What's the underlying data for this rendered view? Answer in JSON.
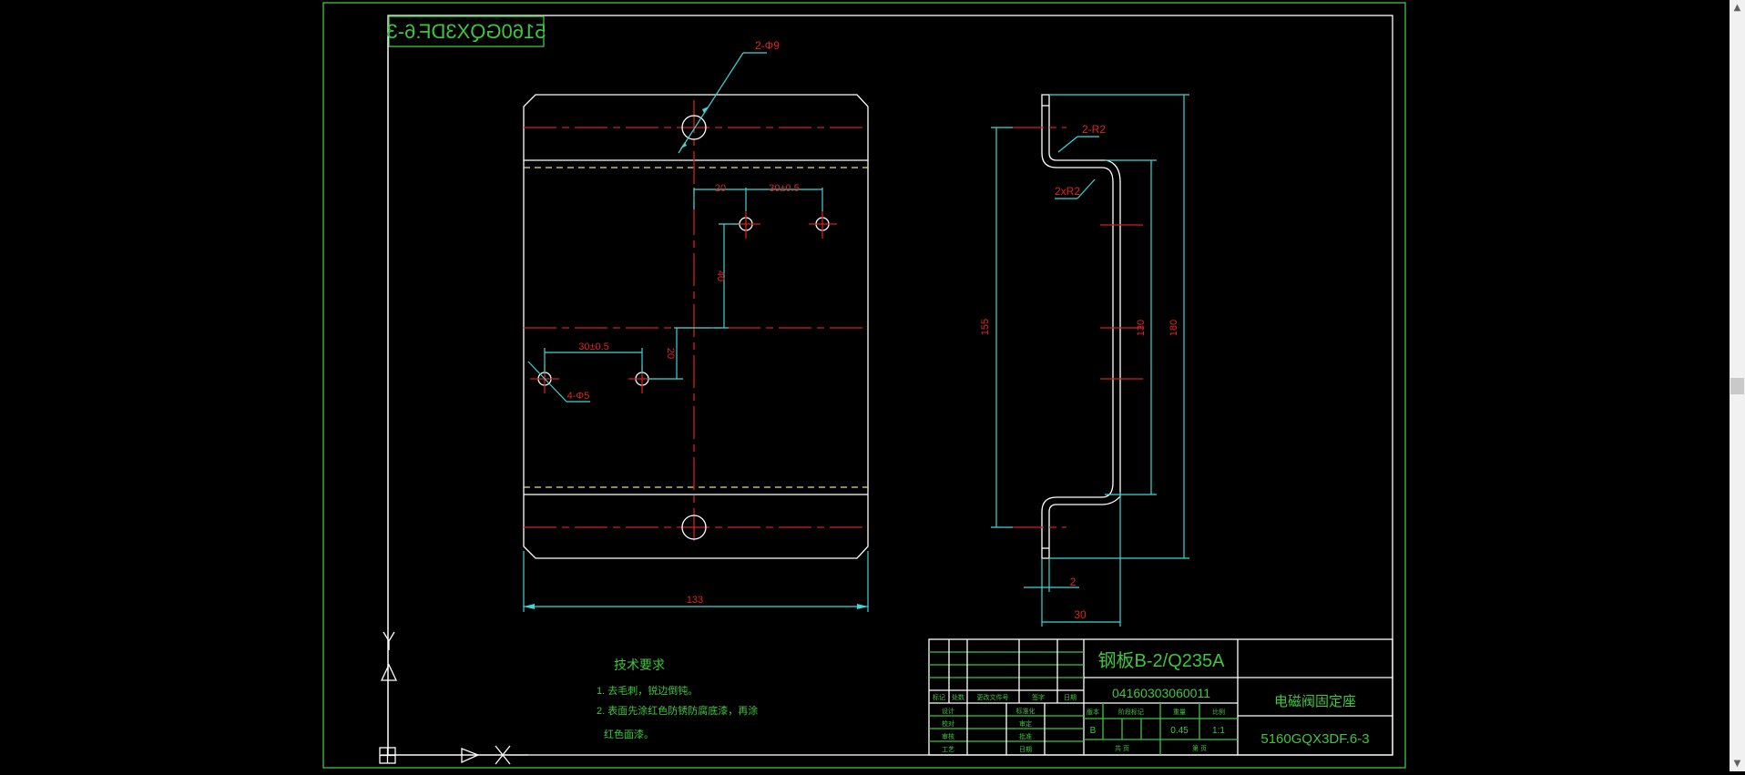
{
  "drawing": {
    "colors": {
      "background": "#000000",
      "frame": "#3ec63e",
      "geometry": "#ffffff",
      "dimension": "#3fd6d6",
      "dimension_text": "#e02424",
      "centerline": "#d42020",
      "hidden_line": "#e8e07a",
      "title_text": "#3ec63e"
    },
    "code_stamp_mirrored": "5160GQX3DF.6-3",
    "front_view": {
      "annotations": {
        "top_hole_callout": "2-Φ9",
        "hole_callout_small": "4-Φ5",
        "dim_20_horizontal": "20",
        "dim_30_top": "30±0.5",
        "dim_40_vertical": "40",
        "dim_30_left": "30±0.5",
        "dim_20_vertical": "20",
        "dim_width": "133"
      }
    },
    "side_view": {
      "annotations": {
        "radius_outer": "2-R2",
        "radius_inner": "2xR2",
        "dim_155": "155",
        "dim_130": "130",
        "dim_180": "180",
        "dim_thickness": "2",
        "dim_depth": "30"
      }
    },
    "technical_requirements": {
      "title": "技术要求",
      "items": [
        "1. 去毛刺，锐边倒钝。",
        "2. 表面先涂红色防锈防腐底漆，再涂",
        "红色面漆。"
      ]
    },
    "title_block": {
      "material": "钢板B-2/Q235A",
      "part_number": "04160303060011",
      "part_name": "电磁阀固定座",
      "drawing_number": "5160GQX3DF.6-3",
      "revision_headers": [
        "标记",
        "处数",
        "更改文件号",
        "签字",
        "日期"
      ],
      "sign_labels_left": [
        "设计",
        "校对",
        "审核",
        "工艺"
      ],
      "sign_labels_right": [
        "标准化",
        "审定",
        "批准",
        "日期"
      ],
      "info_headers": [
        "版本",
        "阶段标记",
        "重量",
        "比例"
      ],
      "version": "B",
      "weight": "0.45",
      "scale": "1:1",
      "sheet_total_label": "共  页",
      "sheet_index_label": "第  页"
    }
  },
  "scrollbar": {
    "up_icon": "▲",
    "down_icon": "▼"
  }
}
